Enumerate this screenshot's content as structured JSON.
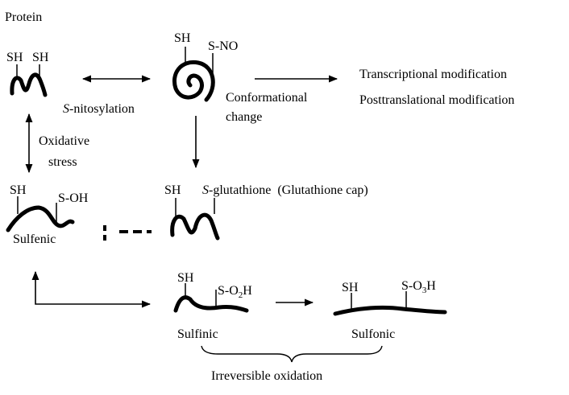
{
  "diagram": {
    "protein_label": "Protein",
    "thiols": {
      "sh_left": "SH",
      "sh_right": "SH",
      "sh_nitrosyl": "SH",
      "sno": "S-NO",
      "sh_sulfenic": "SH",
      "soh": "S-OH",
      "sh_glut": "SH",
      "sh_sulfinic": "SH",
      "so2h_prefix": "S-O",
      "so2h_sub": "2",
      "so2h_suffix": "H",
      "sh_sulfonic": "SH",
      "so3h_prefix": "S-O",
      "so3h_sub": "3",
      "so3h_suffix": "H"
    },
    "nitrosylation_prefix": "S",
    "nitrosylation_rest": "-nitosylation",
    "conformational_line1": "Conformational",
    "conformational_line2": "change",
    "transcriptional": "Transcriptional modification",
    "posttranslational": "Posttranslational modification",
    "oxidative_line1": "Oxidative",
    "oxidative_line2": "stress",
    "glutathione_prefix": "S",
    "glutathione_rest": "-glutathione  (Glutathione cap)",
    "sulfenic": "Sulfenic",
    "sulfinic": "Sulfinic",
    "sulfonic": "Sulfonic",
    "irreversible": "Irreversible oxidation"
  }
}
